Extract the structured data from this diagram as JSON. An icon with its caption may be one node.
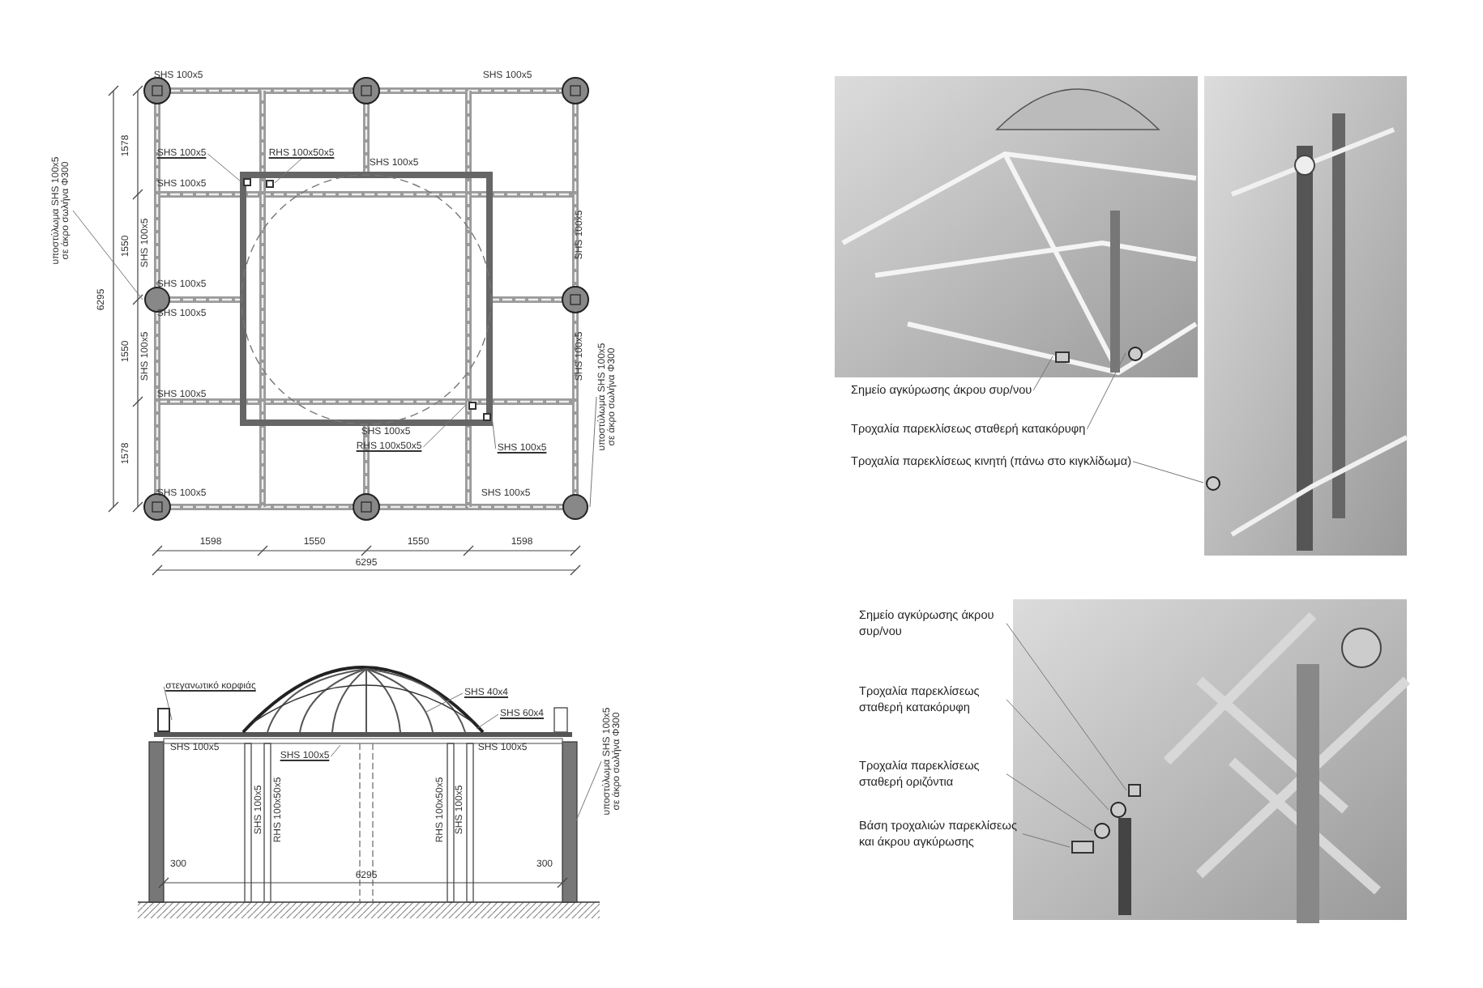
{
  "diagram": {
    "nodes": [
      {
        "text": [
          "Σημείο αγκύρωσης άκρου συρ/νου"
        ]
      },
      {
        "text": [
          "Τροχαλία παρεκλίσεως σταθερή κατακόρυφη"
        ]
      },
      {
        "text": [
          "Τροχαλία παρεκλίσεως κινητή (πάνω στο κιγκλίδωμα)"
        ]
      },
      {
        "text": [
          "Σημείο αγκύρωσης άκρου συρ/νου"
        ]
      },
      {
        "text": [
          "Τροχαλία παρεκλίσεως σταθερή κατακόρυφη"
        ]
      },
      {
        "text": [
          "Τροχαλία παρεκλίσεως σταθερή οριζόντια"
        ]
      },
      {
        "text": [
          "Βάση τροχαλιών παρεκλίσεως και άκρου αγκύρωσης"
        ]
      },
      {
        "text": [
          "υποστύλωμα SHS 100x5 σε άκρο σωλήνα Φ300"
        ]
      },
      {
        "text": [
          "υποστύλωμα SHS 100x5 σε άκρο σωλήνα Φ300"
        ]
      },
      {
        "text": [
          "υποστύλωμα SHS 100x5 σε άκρο σωλήνα Φ300"
        ]
      },
      {
        "text": [
          "SHS 100x5"
        ]
      },
      {
        "text": [
          "RHS 100x50x5"
        ]
      },
      {
        "text": [
          "RHS 100x50x5"
        ]
      },
      {
        "text": [
          "SHS 100x5"
        ]
      },
      {
        "text": [
          "στεγανωτικό κορφιάς"
        ]
      },
      {
        "text": [
          "SHS 40x4"
        ]
      },
      {
        "text": [
          "SHS 60x4"
        ]
      },
      {
        "text": [
          "SHS 100x5"
        ]
      },
      {
        "text": [],
        "shape": "box"
      },
      {
        "text": [],
        "shape": "circle"
      },
      {
        "text": [],
        "shape": "circle"
      },
      {
        "text": [],
        "shape": "box"
      },
      {
        "text": [],
        "shape": "circle"
      },
      {
        "text": [],
        "shape": "circle"
      },
      {
        "text": [],
        "shape": "box"
      },
      {
        "text": [],
        "shape": "circle"
      },
      {
        "text": [],
        "shape": "circle"
      },
      {
        "text": [],
        "shape": "box"
      },
      {
        "text": [],
        "shape": "box"
      },
      {
        "text": [],
        "shape": "box"
      },
      {
        "text": [],
        "shape": "box"
      },
      {
        "text": [],
        "shape": "box"
      }
    ],
    "edges": [
      {
        "from": 0,
        "to": 18,
        "arrow": "none"
      },
      {
        "from": 1,
        "to": 19,
        "arrow": "none"
      },
      {
        "from": 2,
        "to": 20,
        "arrow": "none"
      },
      {
        "from": 3,
        "to": 21,
        "arrow": "none"
      },
      {
        "from": 4,
        "to": 22,
        "arrow": "none"
      },
      {
        "from": 5,
        "to": 23,
        "arrow": "none"
      },
      {
        "from": 6,
        "to": 24,
        "arrow": "none"
      },
      {
        "from": 7,
        "to": 25,
        "arrow": "none"
      },
      {
        "from": 8,
        "to": 26,
        "arrow": "none"
      },
      {
        "from": 9,
        "to": null,
        "arrow": "none"
      },
      {
        "from": 10,
        "to": 27,
        "arrow": "none"
      },
      {
        "from": 11,
        "to": 28,
        "arrow": "none"
      },
      {
        "from": 12,
        "to": 29,
        "arrow": "none"
      },
      {
        "from": 13,
        "to": 30,
        "arrow": "none"
      },
      {
        "from": 14,
        "to": 31,
        "arrow": "none"
      },
      {
        "from": 15,
        "to": null,
        "arrow": "none"
      },
      {
        "from": 16,
        "to": null,
        "arrow": "none"
      },
      {
        "from": 17,
        "to": null,
        "arrow": "none"
      }
    ],
    "labels": [
      "SHS 100x5",
      "SHS 100x5",
      "1578",
      "SHS 100x5",
      "SHS 100x5",
      "SHS 100x5",
      "1550",
      "SHS 100x5",
      "6295",
      "SHS 100x5",
      "SHS 100x5",
      "SHS 100x5",
      "1550",
      "SHS 100x5",
      "SHS 100x5",
      "SHS 100x5",
      "1578",
      "SHS 100x5",
      "SHS 100x5",
      "1598",
      "1550",
      "1550",
      "1598",
      "6295",
      "SHS 100x5",
      "SHS 100x5",
      "SHS 100x5",
      "RHS 100x50x5",
      "RHS 100x50x5",
      "SHS 100x5",
      "300",
      "6295",
      "300"
    ]
  }
}
